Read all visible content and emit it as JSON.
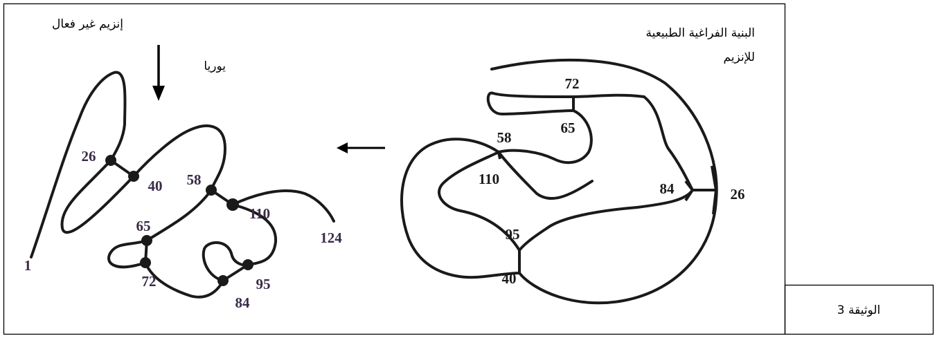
{
  "document": {
    "label": "الوثيقة 3"
  },
  "native_panel": {
    "title_line1": "البنية الفراغية الطبيعية",
    "title_line2": "للإنزيم",
    "residues": {
      "r72": "72",
      "r65": "65",
      "r58": "58",
      "r110": "110",
      "r84": "84",
      "r26": "26",
      "r95": "95",
      "r40": "40"
    }
  },
  "denatured_panel": {
    "title": "إنزيم غير فعال",
    "reagent": "يوريا",
    "residues": {
      "r26": "26",
      "r40": "40",
      "r58": "58",
      "r110": "110",
      "r65": "65",
      "r72": "72",
      "r95": "95",
      "r84": "84",
      "r124": "124",
      "r1": "1"
    }
  },
  "colors": {
    "line": "#1a1a1a",
    "frame": "#000000",
    "label_dark": "#3a2a48"
  }
}
